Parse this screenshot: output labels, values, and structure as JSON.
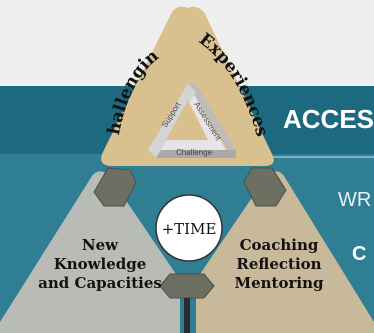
{
  "banner": {
    "title": "ACCES"
  },
  "right_panel": {
    "line1": "WR",
    "line2": "C"
  },
  "diagram": {
    "top_label_left": "Challenging",
    "top_label_right": "Experiences",
    "penrose_labels": {
      "support": "Support",
      "assessment": "Assessment",
      "challenge": "Challenge"
    },
    "center_label": "+TIME",
    "left_label": [
      "New",
      "Knowledge",
      "and Capacities"
    ],
    "right_label": [
      "Coaching",
      "Reflection",
      "Mentoring"
    ]
  },
  "colors": {
    "background_top": "#efefef",
    "banner": "#1d6a80",
    "panel": "#2f7e94",
    "top_triangle": "#d9c08f",
    "left_triangle": "#b8bbb6",
    "right_triangle": "#c7b99a",
    "connector": "#6d6f63",
    "center_circle": "#ffffff"
  }
}
